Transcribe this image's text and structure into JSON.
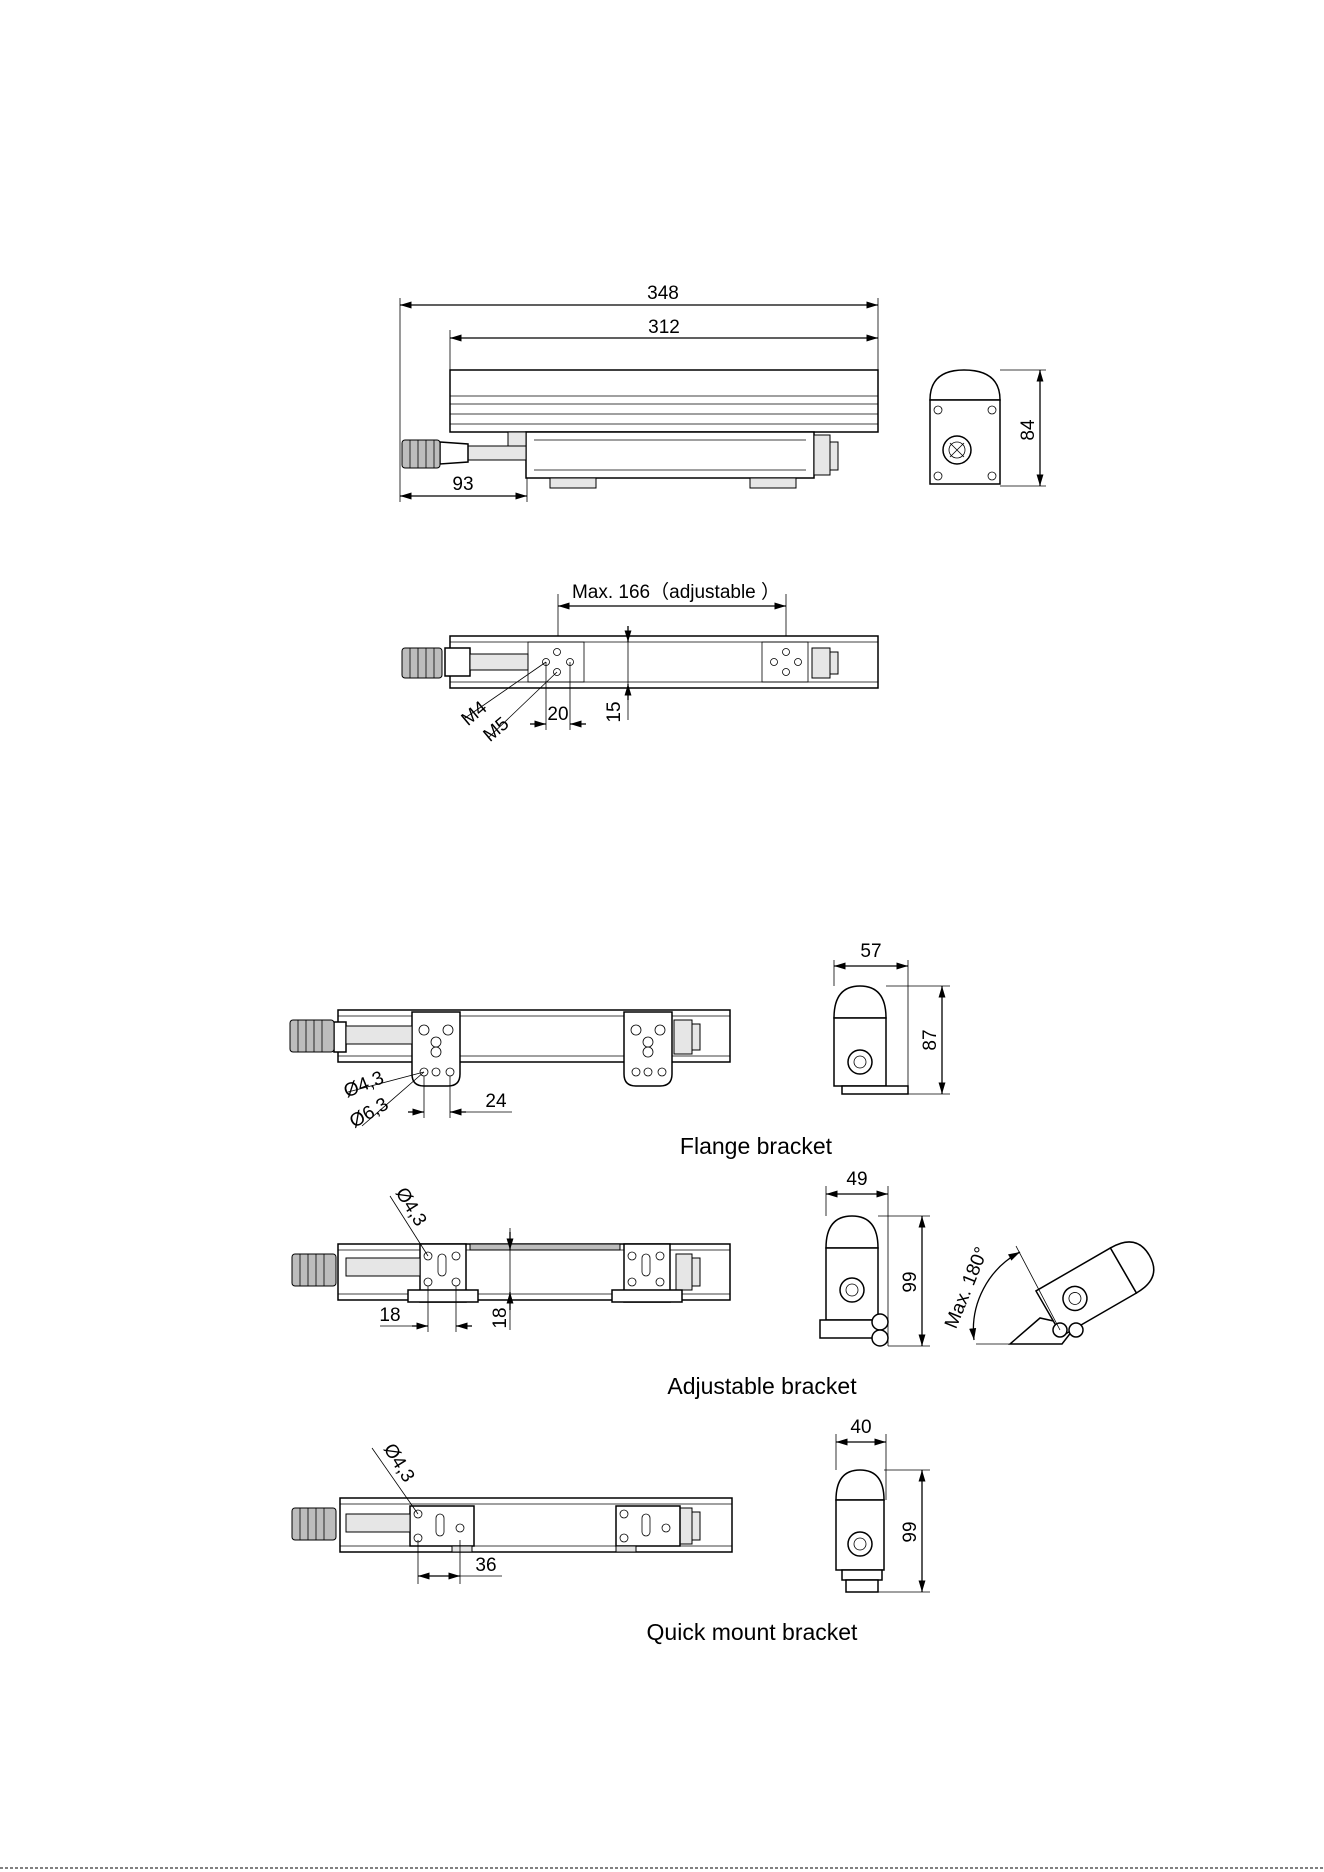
{
  "top_view": {
    "dim_348": "348",
    "dim_312": "312",
    "dim_93": "93",
    "dim_84": "84"
  },
  "plan_view": {
    "dim_max166": "Max. 166（adjustable ）",
    "label_m4": "M4",
    "label_m5": "M5",
    "dim_20": "20",
    "dim_15": "15"
  },
  "flange": {
    "caption": "Flange bracket",
    "dia_43": "Ø4,3",
    "dia_63": "Ø6,3",
    "dim_24": "24",
    "dim_57": "57",
    "dim_87": "87"
  },
  "adjustable": {
    "caption": "Adjustable bracket",
    "dia_43": "Ø4,3",
    "dim_18a": "18",
    "dim_18b": "18",
    "dim_49": "49",
    "dim_99": "99",
    "angle": "Max. 180°"
  },
  "quick": {
    "caption": "Quick mount bracket",
    "dia_43": "Ø4,3",
    "dim_36": "36",
    "dim_40": "40",
    "dim_99": "99"
  }
}
